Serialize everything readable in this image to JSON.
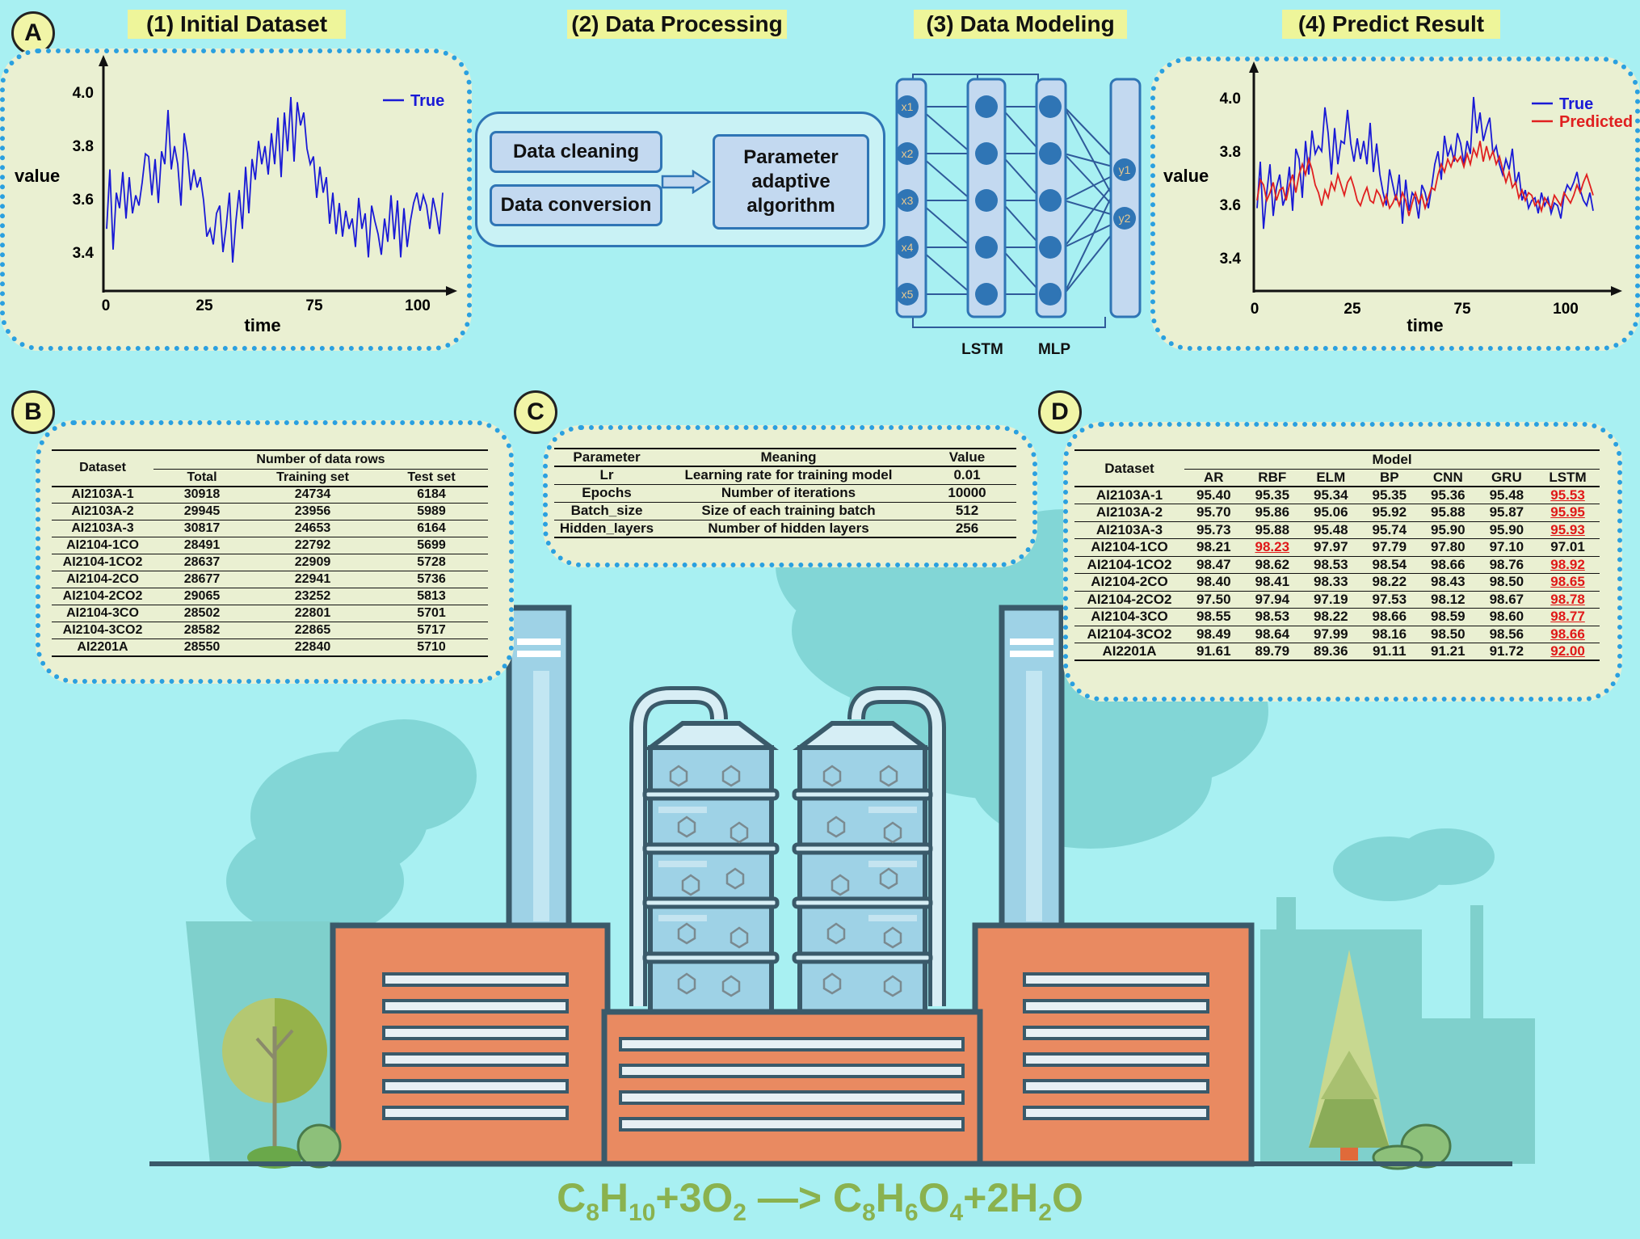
{
  "letters": {
    "a": "A",
    "b": "B",
    "c": "C",
    "d": "D"
  },
  "sections": {
    "s1": "(1) Initial Dataset",
    "s2": "(2) Data Processing",
    "s3": "(3) Data Modeling",
    "s4": "(4) Predict Result"
  },
  "processing": {
    "cleaning": "Data cleaning",
    "conversion": "Data conversion",
    "algorithm_l1": "Parameter",
    "algorithm_l2": "adaptive",
    "algorithm_l3": "algorithm"
  },
  "network": {
    "inputs": [
      "x1",
      "x2",
      "x3",
      "x4",
      "x5"
    ],
    "outputs": [
      "y1",
      "y2"
    ],
    "lstm_label": "LSTM",
    "mlp_label": "MLP"
  },
  "chart_data": [
    {
      "type": "line",
      "xlabel": "time",
      "ylabel": "value",
      "xticks": [
        "0",
        "25",
        "75",
        "100"
      ],
      "yticks": [
        "3.4",
        "3.6",
        "3.8",
        "4.0"
      ],
      "xlim": [
        0,
        110
      ],
      "ylim": [
        3.25,
        4.1
      ],
      "x": [
        1,
        2,
        3,
        4,
        5,
        6,
        7,
        8,
        9,
        10,
        11,
        12,
        13,
        14,
        15,
        16,
        17,
        18,
        19,
        20,
        21,
        22,
        23,
        24,
        25,
        26,
        27,
        28,
        29,
        30,
        31,
        32,
        33,
        34,
        35,
        36,
        37,
        38,
        39,
        40,
        41,
        42,
        43,
        44,
        45,
        46,
        47,
        48,
        49,
        50,
        51,
        52,
        53,
        54,
        55,
        56,
        57,
        58,
        59,
        60,
        61,
        62,
        63,
        64,
        65,
        66,
        67,
        68,
        69,
        70,
        71,
        72,
        73,
        74,
        75,
        76,
        77,
        78,
        79,
        80,
        81,
        82,
        83,
        84,
        85,
        86,
        87,
        88,
        89,
        90,
        91,
        92,
        93,
        94,
        95,
        96,
        97,
        98,
        99,
        100,
        101,
        102,
        103,
        104,
        105
      ],
      "series": [
        {
          "name": "True",
          "color": "#1a1ad6",
          "values": [
            3.49,
            3.72,
            3.41,
            3.63,
            3.57,
            3.71,
            3.53,
            3.69,
            3.55,
            3.62,
            3.58,
            3.67,
            3.78,
            3.77,
            3.62,
            3.76,
            3.59,
            3.79,
            3.74,
            3.95,
            3.72,
            3.81,
            3.74,
            3.58,
            3.86,
            3.78,
            3.64,
            3.72,
            3.65,
            3.69,
            3.6,
            3.46,
            3.49,
            3.43,
            3.55,
            3.58,
            3.4,
            3.5,
            3.63,
            3.36,
            3.52,
            3.64,
            3.49,
            3.73,
            3.55,
            3.76,
            3.68,
            3.83,
            3.74,
            3.81,
            3.7,
            3.86,
            3.74,
            3.92,
            3.69,
            3.94,
            3.79,
            4.0,
            3.75,
            3.98,
            3.89,
            3.94,
            3.8,
            3.74,
            3.77,
            3.61,
            3.73,
            3.63,
            3.69,
            3.51,
            3.63,
            3.47,
            3.59,
            3.46,
            3.56,
            3.49,
            3.53,
            3.42,
            3.61,
            3.49,
            3.55,
            3.38,
            3.58,
            3.52,
            3.47,
            3.39,
            3.53,
            3.44,
            3.62,
            3.45,
            3.6,
            3.38,
            3.57,
            3.42,
            3.52,
            3.59,
            3.63,
            3.56,
            3.62,
            3.58,
            3.49,
            3.61,
            3.55,
            3.47,
            3.63
          ]
        }
      ]
    },
    {
      "type": "line",
      "xlabel": "time",
      "ylabel": "value",
      "xticks": [
        "0",
        "25",
        "75",
        "100"
      ],
      "yticks": [
        "3.4",
        "3.6",
        "3.8",
        "4.0"
      ],
      "xlim": [
        0,
        110
      ],
      "ylim": [
        3.25,
        4.1
      ],
      "x": [
        1,
        2,
        3,
        4,
        5,
        6,
        7,
        8,
        9,
        10,
        11,
        12,
        13,
        14,
        15,
        16,
        17,
        18,
        19,
        20,
        21,
        22,
        23,
        24,
        25,
        26,
        27,
        28,
        29,
        30,
        31,
        32,
        33,
        34,
        35,
        36,
        37,
        38,
        39,
        40,
        41,
        42,
        43,
        44,
        45,
        46,
        47,
        48,
        49,
        50,
        51,
        52,
        53,
        54,
        55,
        56,
        57,
        58,
        59,
        60,
        61,
        62,
        63,
        64,
        65,
        66,
        67,
        68,
        69,
        70,
        71,
        72,
        73,
        74,
        75,
        76,
        77,
        78,
        79,
        80,
        81,
        82,
        83,
        84,
        85,
        86,
        87,
        88,
        89,
        90,
        91,
        92,
        93,
        94,
        95,
        96,
        97,
        98,
        99,
        100,
        101,
        102,
        103,
        104,
        105
      ],
      "series": [
        {
          "name": "True",
          "color": "#1a1ad6",
          "values": [
            3.57,
            3.75,
            3.49,
            3.63,
            3.74,
            3.54,
            3.65,
            3.7,
            3.58,
            3.62,
            3.73,
            3.56,
            3.8,
            3.76,
            3.61,
            3.83,
            3.7,
            3.87,
            3.78,
            3.81,
            3.79,
            3.96,
            3.86,
            3.7,
            3.88,
            3.74,
            3.83,
            3.82,
            3.95,
            3.82,
            3.75,
            3.84,
            3.76,
            3.83,
            3.74,
            3.9,
            3.71,
            3.82,
            3.7,
            3.63,
            3.58,
            3.72,
            3.66,
            3.6,
            3.7,
            3.51,
            3.68,
            3.56,
            3.63,
            3.61,
            3.53,
            3.66,
            3.63,
            3.57,
            3.65,
            3.74,
            3.79,
            3.68,
            3.85,
            3.77,
            3.81,
            3.75,
            3.86,
            3.82,
            3.74,
            3.83,
            3.78,
            4.0,
            3.86,
            3.94,
            3.83,
            3.88,
            3.92,
            3.78,
            3.81,
            3.74,
            3.7,
            3.76,
            3.72,
            3.8,
            3.66,
            3.71,
            3.6,
            3.64,
            3.57,
            3.6,
            3.61,
            3.55,
            3.63,
            3.58,
            3.61,
            3.55,
            3.59,
            3.58,
            3.53,
            3.62,
            3.66,
            3.64,
            3.67,
            3.71,
            3.64,
            3.6,
            3.58,
            3.63,
            3.56
          ]
        },
        {
          "name": "Predicted",
          "color": "#e02020",
          "values": [
            3.6,
            3.68,
            3.66,
            3.6,
            3.63,
            3.67,
            3.6,
            3.64,
            3.65,
            3.6,
            3.66,
            3.7,
            3.63,
            3.7,
            3.74,
            3.7,
            3.76,
            3.72,
            3.66,
            3.63,
            3.58,
            3.64,
            3.61,
            3.67,
            3.64,
            3.7,
            3.66,
            3.62,
            3.67,
            3.69,
            3.65,
            3.6,
            3.58,
            3.62,
            3.65,
            3.6,
            3.59,
            3.64,
            3.62,
            3.58,
            3.62,
            3.57,
            3.59,
            3.62,
            3.58,
            3.63,
            3.6,
            3.54,
            3.59,
            3.63,
            3.59,
            3.62,
            3.57,
            3.61,
            3.65,
            3.64,
            3.7,
            3.74,
            3.71,
            3.76,
            3.73,
            3.77,
            3.75,
            3.77,
            3.73,
            3.78,
            3.74,
            3.8,
            3.77,
            3.83,
            3.75,
            3.81,
            3.76,
            3.79,
            3.74,
            3.77,
            3.72,
            3.67,
            3.71,
            3.65,
            3.67,
            3.61,
            3.64,
            3.6,
            3.63,
            3.62,
            3.58,
            3.6,
            3.56,
            3.61,
            3.59,
            3.57,
            3.62,
            3.6,
            3.58,
            3.63,
            3.61,
            3.59,
            3.62,
            3.66,
            3.63,
            3.67,
            3.7,
            3.66,
            3.62
          ]
        }
      ]
    }
  ],
  "table_b": {
    "col_dataset": "Dataset",
    "group_header": "Number of data rows",
    "headers": [
      "Total",
      "Training set",
      "Test set"
    ],
    "rows": [
      [
        "AI2103A-1",
        "30918",
        "24734",
        "6184"
      ],
      [
        "AI2103A-2",
        "29945",
        "23956",
        "5989"
      ],
      [
        "AI2103A-3",
        "30817",
        "24653",
        "6164"
      ],
      [
        "AI2104-1CO",
        "28491",
        "22792",
        "5699"
      ],
      [
        "AI2104-1CO2",
        "28637",
        "22909",
        "5728"
      ],
      [
        "AI2104-2CO",
        "28677",
        "22941",
        "5736"
      ],
      [
        "AI2104-2CO2",
        "29065",
        "23252",
        "5813"
      ],
      [
        "AI2104-3CO",
        "28502",
        "22801",
        "5701"
      ],
      [
        "AI2104-3CO2",
        "28582",
        "22865",
        "5717"
      ],
      [
        "AI2201A",
        "28550",
        "22840",
        "5710"
      ]
    ]
  },
  "table_c": {
    "headers": [
      "Parameter",
      "Meaning",
      "Value"
    ],
    "rows": [
      [
        "Lr",
        "Learning rate for training model",
        "0.01"
      ],
      [
        "Epochs",
        "Number of iterations",
        "10000"
      ],
      [
        "Batch_size",
        "Size of each training batch",
        "512"
      ],
      [
        "Hidden_layers",
        "Number of hidden layers",
        "256"
      ]
    ]
  },
  "table_d": {
    "col_dataset": "Dataset",
    "group_header": "Model",
    "headers": [
      "AR",
      "RBF",
      "ELM",
      "BP",
      "CNN",
      "GRU",
      "LSTM"
    ],
    "rows": [
      [
        "AI2103A-1",
        "95.40",
        "95.35",
        "95.34",
        "95.35",
        "95.36",
        "95.48",
        "95.53"
      ],
      [
        "AI2103A-2",
        "95.70",
        "95.86",
        "95.06",
        "95.92",
        "95.88",
        "95.87",
        "95.95"
      ],
      [
        "AI2103A-3",
        "95.73",
        "95.88",
        "95.48",
        "95.74",
        "95.90",
        "95.90",
        "95.93"
      ],
      [
        "AI2104-1CO",
        "98.21",
        "98.23",
        "97.97",
        "97.79",
        "97.80",
        "97.10",
        "97.01"
      ],
      [
        "AI2104-1CO2",
        "98.47",
        "98.62",
        "98.53",
        "98.54",
        "98.66",
        "98.76",
        "98.92"
      ],
      [
        "AI2104-2CO",
        "98.40",
        "98.41",
        "98.33",
        "98.22",
        "98.43",
        "98.50",
        "98.65"
      ],
      [
        "AI2104-2CO2",
        "97.50",
        "97.94",
        "97.19",
        "97.53",
        "98.12",
        "98.67",
        "98.78"
      ],
      [
        "AI2104-3CO",
        "98.55",
        "98.53",
        "98.22",
        "98.66",
        "98.59",
        "98.60",
        "98.77"
      ],
      [
        "AI2104-3CO2",
        "98.49",
        "98.64",
        "97.99",
        "98.16",
        "98.50",
        "98.56",
        "98.66"
      ],
      [
        "AI2201A",
        "91.61",
        "89.79",
        "89.36",
        "91.11",
        "91.21",
        "91.72",
        "92.00"
      ]
    ],
    "highlight": [
      [
        0,
        7
      ],
      [
        1,
        7
      ],
      [
        2,
        7
      ],
      [
        3,
        2
      ],
      [
        4,
        7
      ],
      [
        5,
        7
      ],
      [
        6,
        7
      ],
      [
        7,
        7
      ],
      [
        8,
        7
      ],
      [
        9,
        7
      ]
    ],
    "highlight_color": "#e01818"
  },
  "equation": {
    "c1": "C",
    "s1": "8",
    "h1": "H",
    "s2": "10",
    "p1": "+3O",
    "s3": "2",
    "arrow": " —> ",
    "c2": "C",
    "s4": "8",
    "h2": "H",
    "s5": "6",
    "o2": "O",
    "s6": "4",
    "p2": "+2H",
    "s7": "2",
    "o3": "O"
  },
  "colors": {
    "background": "#a8f0f2",
    "panel": "#eaf0d2",
    "panel_border": "#2aa0e0",
    "title_bg": "#eef59a",
    "factory_orange": "#e98a61",
    "equation": "#8ab24f"
  }
}
